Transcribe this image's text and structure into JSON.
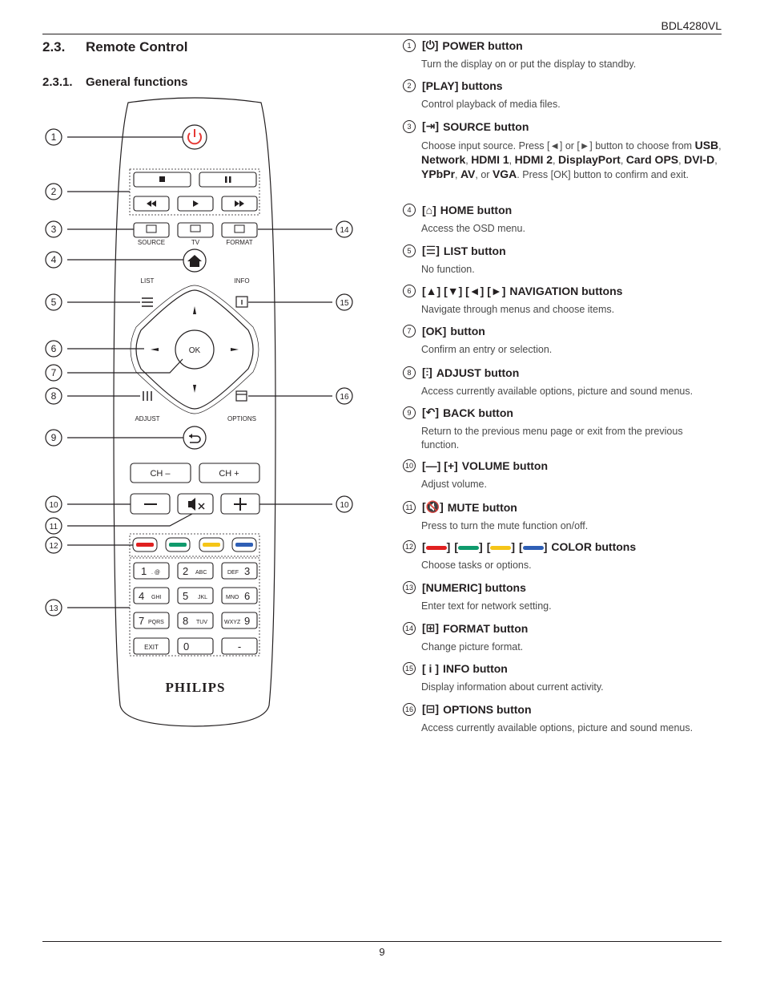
{
  "header": {
    "model": "BDL4280VL"
  },
  "section": {
    "number": "2.3.",
    "title": "Remote Control"
  },
  "subsection": {
    "number": "2.3.1.",
    "title": "General functions"
  },
  "footer": {
    "page": "9"
  },
  "remote": {
    "brand": "PHILIPS",
    "labels": {
      "source": "SOURCE",
      "tv": "TV",
      "format": "FORMAT",
      "list": "LIST",
      "info": "INFO",
      "ok": "OK",
      "adjust": "ADJUST",
      "options": "OPTIONS",
      "ch_minus": "CH –",
      "ch_plus": "CH +",
      "key1": "1",
      "key1_sub": ". @",
      "key2": "2",
      "key2_sub": "ABC",
      "key3": "3",
      "key3_sub": "DEF",
      "key4": "4",
      "key4_sub": "GHI",
      "key5": "5",
      "key5_sub": "JKL",
      "key6": "6",
      "key6_sub": "MNO",
      "key7": "7",
      "key7_sub": "PQRS",
      "key8": "8",
      "key8_sub": "TUV",
      "key9": "9",
      "key9_sub": "WXYZ",
      "exit": "EXIT",
      "key0": "0",
      "dot": "-"
    },
    "callouts": {
      "c1": "1",
      "c2": "2",
      "c3": "3",
      "c4": "4",
      "c5": "5",
      "c6": "6",
      "c7": "7",
      "c8": "8",
      "c9": "9",
      "c10": "10",
      "c11": "11",
      "c12": "12",
      "c13": "13",
      "c14": "14",
      "c15": "15",
      "c16": "16"
    },
    "colors": {
      "red": "#e02020",
      "green": "#0f9a6c",
      "yellow": "#f5c518",
      "blue": "#2f5fb5",
      "power": "#e53935"
    }
  },
  "items": [
    {
      "num": "1",
      "title_icon": "[⏻]",
      "title": "POWER button",
      "desc": "Turn the display on or put the display to standby."
    },
    {
      "num": "2",
      "title_icon": "",
      "title": "[PLAY] buttons",
      "desc": "Control playback of media files."
    },
    {
      "num": "3",
      "title_icon": "[⇥]",
      "title": "SOURCE button",
      "desc_a": "Choose input source. Press [◄] or [►] button to choose from ",
      "desc_b": "USB",
      "desc_c": ", ",
      "desc_d": "Network",
      "desc_e": ", ",
      "desc_f": "HDMI 1",
      "desc_g": ", ",
      "desc_h": "HDMI 2",
      "desc_i": ", ",
      "desc_j": "DisplayPort",
      "desc_k": ", ",
      "desc_l": "Card OPS",
      "desc_m": ", ",
      "desc_n": "DVI-D",
      "desc_o": ", ",
      "desc_p": "YPbPr",
      "desc_q": ", ",
      "desc_r": "AV",
      "desc_s": ", or ",
      "desc_t": "VGA",
      "desc_u": ". Press [OK] button to confirm and exit."
    },
    {
      "num": "4",
      "title_icon": "[⌂]",
      "title": "HOME button",
      "desc": "Access the OSD menu."
    },
    {
      "num": "5",
      "title_icon": "[☰]",
      "title": "LIST button",
      "desc": "No function."
    },
    {
      "num": "6",
      "title_icon": "[▲] [▼] [◄] [►]",
      "title": "NAVIGATION buttons",
      "desc": "Navigate through menus and choose items."
    },
    {
      "num": "7",
      "title_icon": "[OK]",
      "title": "button",
      "desc": "Confirm an entry or selection."
    },
    {
      "num": "8",
      "title_icon": "[⫶]",
      "title": "ADJUST button",
      "desc": "Access currently available options, picture and sound menus."
    },
    {
      "num": "9",
      "title_icon": "[↶]",
      "title": "BACK button",
      "desc": "Return to the previous menu page or exit from the previous function."
    },
    {
      "num": "10",
      "title_icon": "[—] [+]",
      "title": "VOLUME button",
      "desc": "Adjust volume."
    },
    {
      "num": "11",
      "title_icon": "[🔇]",
      "title": "MUTE button",
      "desc": "Press to turn the mute function on/off."
    },
    {
      "num": "12",
      "title_icon": "",
      "title": "COLOR buttons",
      "desc": "Choose tasks or options."
    },
    {
      "num": "13",
      "title_icon": "",
      "title": "[NUMERIC] buttons",
      "desc": "Enter text for network setting."
    },
    {
      "num": "14",
      "title_icon": "[⊞]",
      "title": "FORMAT button",
      "desc": "Change picture format."
    },
    {
      "num": "15",
      "title_icon": "[ i ]",
      "title": "INFO button",
      "desc": "Display information about current activity."
    },
    {
      "num": "16",
      "title_icon": "[⊟]",
      "title": "OPTIONS button",
      "desc": "Access currently available options, picture and sound menus."
    }
  ]
}
